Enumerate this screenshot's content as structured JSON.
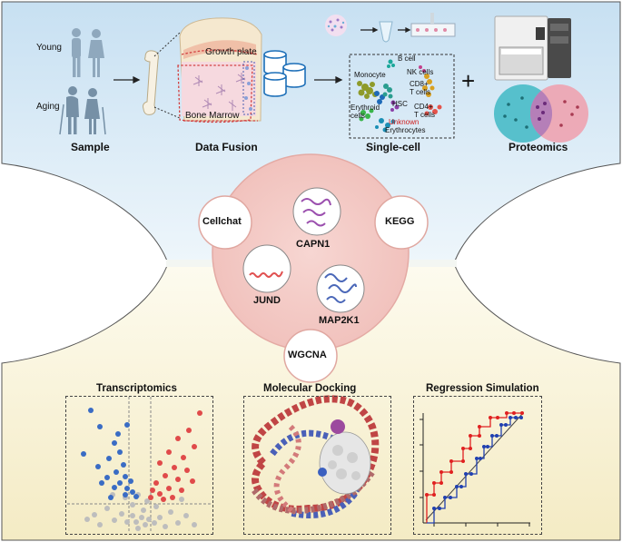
{
  "stages": {
    "sample": "Sample",
    "data_fusion": "Data Fusion",
    "single_cell": "Single-cell",
    "proteomics": "Proteomics"
  },
  "sample": {
    "young": "Young",
    "aging": "Aging"
  },
  "bone": {
    "growth_plate": "Growth plate",
    "bone_marrow": "Bone Marrow"
  },
  "cells": {
    "b_cell": "B cell",
    "monocyte": "Monocyte",
    "nk_cells": "NK cells",
    "cd8_line1": "CD8+",
    "cd8_line2": "T cells",
    "erythroid_line1": "Erythroid",
    "erythroid_line2": "cells",
    "hsc": "HSC",
    "cd4_line1": "CD4+",
    "cd4_line2": "T cells",
    "unknown": "Unknown",
    "erythrocytes": "Erythrocytes"
  },
  "plus": "+",
  "center": {
    "cellchat": "Cellchat",
    "kegg": "KEGG",
    "capn1": "CAPN1",
    "jund": "JUND",
    "map2k1": "MAP2K1",
    "wgcna": "WGCNA"
  },
  "panels": {
    "transcriptomics": "Transcriptomics",
    "docking": "Molecular Docking",
    "regression": "Regression Simulation"
  },
  "colors": {
    "top_bg": "#d7e9f5",
    "bottom_bg": "#f8f2d2",
    "center_fill": "#fbe0dc",
    "center_stroke": "#e9a7a0",
    "up": "#e04a4a",
    "down": "#3a6cc4",
    "ns": "#bdbdbd",
    "roc_red": "#e02020",
    "roc_blue": "#2040b0",
    "venn_left": "#3fb8c4",
    "venn_right": "#f19aa8"
  },
  "icons": [
    "person-silhouette-icon",
    "elderly-person-icon",
    "bone-icon",
    "database-icon",
    "sequencer-icon",
    "mass-spectrometer-icon",
    "protein-ribbon-icon"
  ]
}
